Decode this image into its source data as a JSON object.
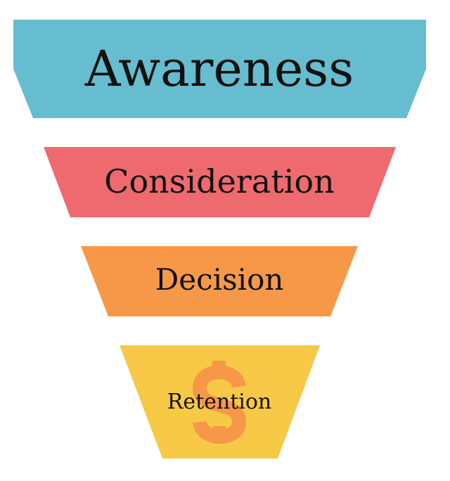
{
  "funnel": {
    "stages": [
      {
        "label": "Awareness",
        "color": "#65BDCF"
      },
      {
        "label": "Consideration",
        "color": "#EF6A6E"
      },
      {
        "label": "Decision",
        "color": "#F79849"
      },
      {
        "label": "Retention",
        "color": "#F8C947"
      }
    ],
    "retention_icon": {
      "name": "dollar-sign-icon",
      "color": "#F79849"
    }
  }
}
